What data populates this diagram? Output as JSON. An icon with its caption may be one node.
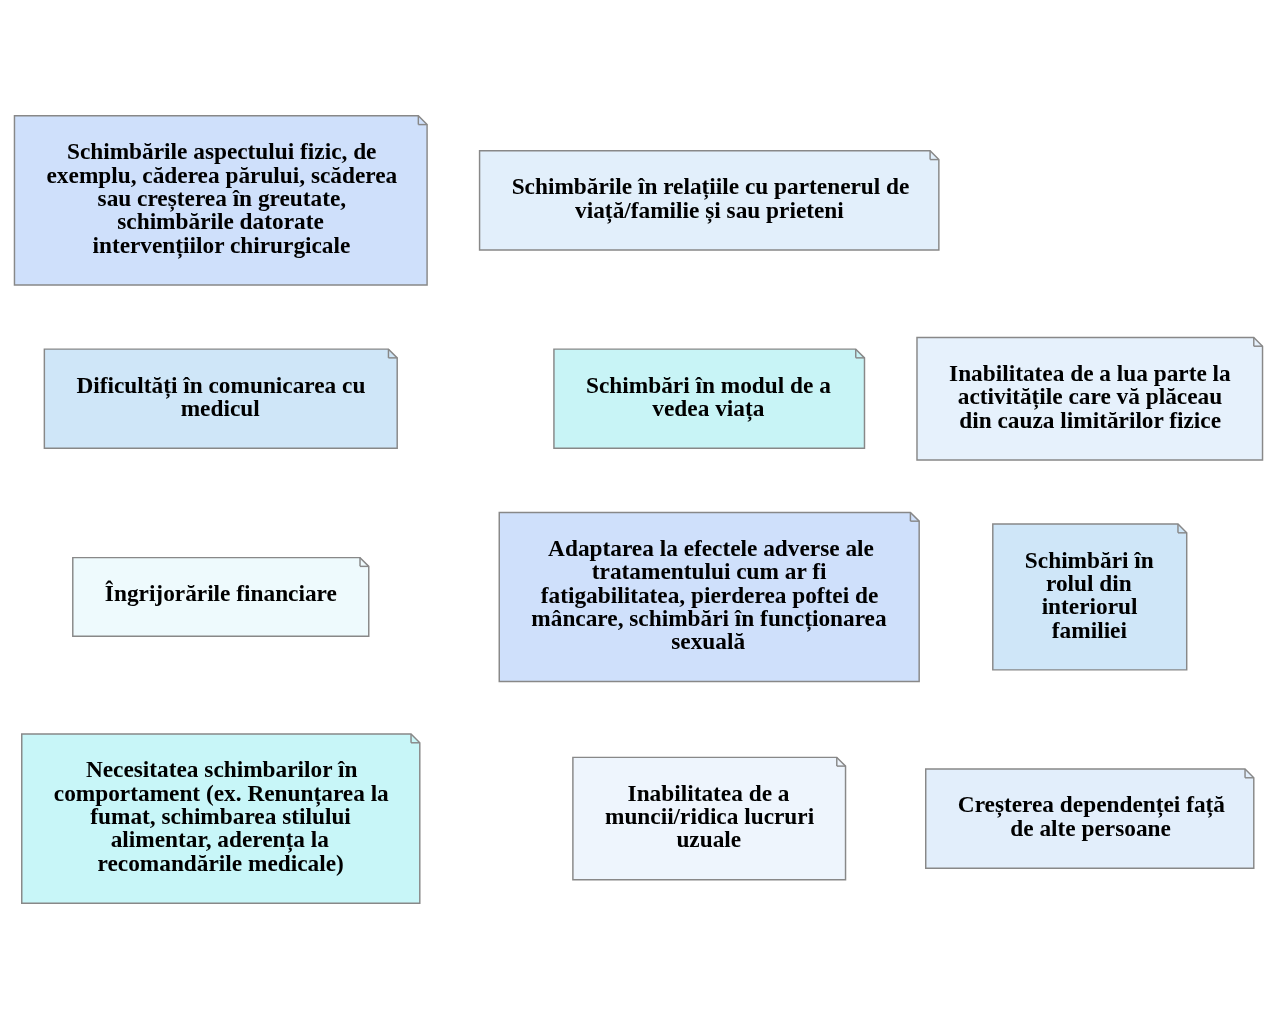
{
  "diagram": {
    "nodes": [
      {
        "text": [
          "Schimbările aspectului fizic, de exemplu, căderea părului, scăderea sau creșterea în greutate, schimbările datorate intervențiilor chirurgicale"
        ]
      },
      {
        "text": [
          "Schimbările în relațiile cu partenerul de viață/familie și sau prieteni"
        ]
      },
      {
        "text": [
          "Inabilitatea de a lua parte la activitățile care vă plăceau din cauza limitărilor fizice"
        ]
      },
      {
        "text": [
          "Schimbări în modul de a vedea viața"
        ]
      },
      {
        "text": [
          "Dificultăți în comunicarea cu medicul"
        ]
      },
      {
        "text": [
          "Îngrijorările financiare"
        ]
      },
      {
        "text": [
          "Schimbări în rolul din interiorul familiei"
        ]
      },
      {
        "text": [
          "Adaptarea la efectele adverse ale tratamentului cum ar fi fatigabilitatea, pierderea poftei de mâncare, schimbări în funcționarea sexuală"
        ]
      },
      {
        "text": [
          "Necesitatea schimbarilor în comportament (ex. Renunțarea la fumat, schimbarea stilului alimentar, aderența la recomandările medicale)"
        ]
      },
      {
        "text": [
          "Creșterea dependenței față de alte persoane"
        ]
      },
      {
        "text": [
          "Inabilitatea de a muncii/ridica lucruri uzuale"
        ]
      }
    ]
  }
}
